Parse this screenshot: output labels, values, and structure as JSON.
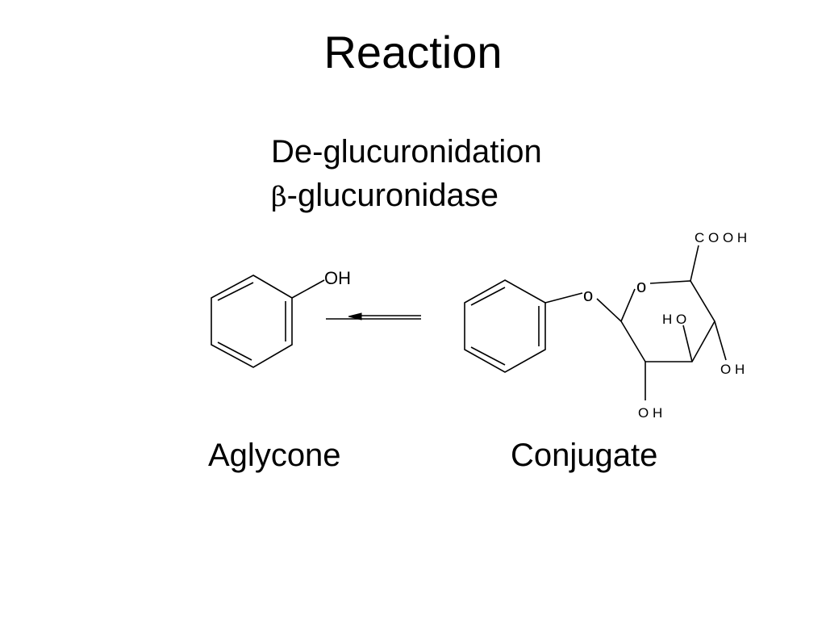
{
  "slide": {
    "title": "Reaction",
    "reaction_name": "De-glucuronidation",
    "enzyme": {
      "symbol": "β",
      "name": "-glucuronidase"
    }
  },
  "aglycone": {
    "caption": "Aglycone",
    "hydroxyl_label": "OH"
  },
  "conjugate": {
    "caption": "Conjugate",
    "glycosidic_oxygen_label": "o",
    "ring_oxygen_label": "o",
    "carboxyl_label": "C O O H",
    "hydroxyl_c2_label": "O H",
    "hydroxyl_c3_label": "H O",
    "hydroxyl_c4_label": "O H"
  },
  "arrow": {
    "direction": "right-to-left"
  }
}
